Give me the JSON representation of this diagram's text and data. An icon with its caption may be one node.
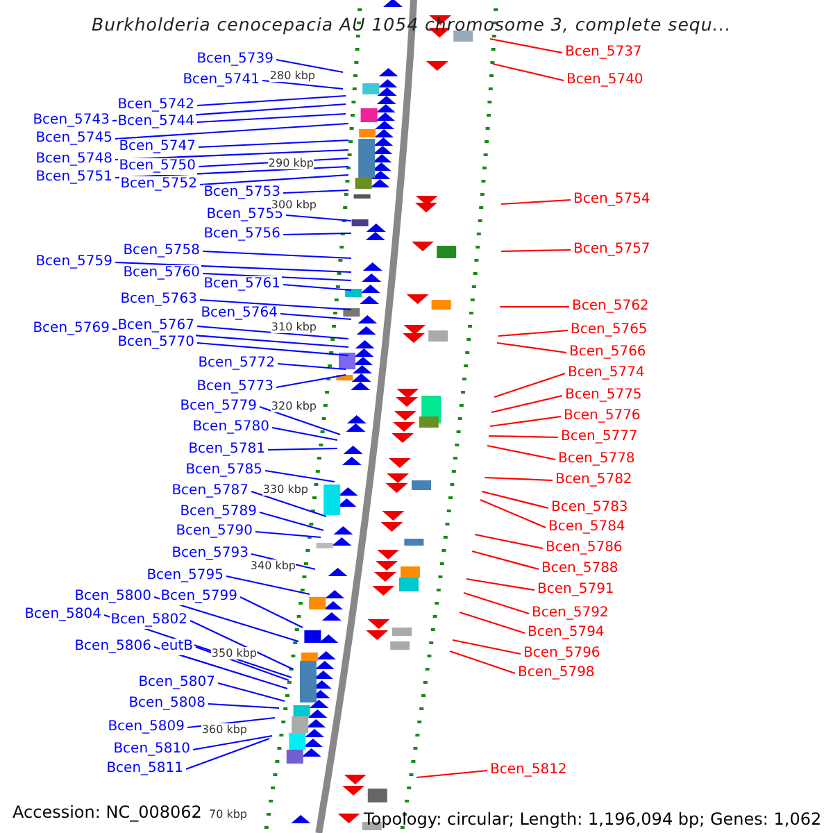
{
  "diagram": {
    "title": "Burkholderia cenocepacia AU 1054 chromosome 3, complete sequ...",
    "nodes": [
      {
        "text": [
          "Bcen_5739"
        ]
      },
      {
        "text": [
          "Bcen_5741"
        ]
      },
      {
        "text": [
          "Bcen_5742"
        ]
      },
      {
        "text": [
          "Bcen_5743"
        ]
      },
      {
        "text": [
          "Bcen_5744"
        ]
      },
      {
        "text": [
          "Bcen_5745"
        ]
      },
      {
        "text": [
          "Bcen_5747"
        ]
      },
      {
        "text": [
          "Bcen_5748"
        ]
      },
      {
        "text": [
          "Bcen_5750"
        ]
      },
      {
        "text": [
          "Bcen_5751"
        ]
      },
      {
        "text": [
          "Bcen_5752"
        ]
      },
      {
        "text": [
          "Bcen_5753"
        ]
      },
      {
        "text": [
          "Bcen_5755"
        ]
      },
      {
        "text": [
          "Bcen_5756"
        ]
      },
      {
        "text": [
          "Bcen_5758"
        ]
      },
      {
        "text": [
          "Bcen_5759"
        ]
      },
      {
        "text": [
          "Bcen_5760"
        ]
      },
      {
        "text": [
          "Bcen_5761"
        ]
      },
      {
        "text": [
          "Bcen_5763"
        ]
      },
      {
        "text": [
          "Bcen_5764"
        ]
      },
      {
        "text": [
          "Bcen_5769"
        ]
      },
      {
        "text": [
          "Bcen_5767"
        ]
      },
      {
        "text": [
          "Bcen_5770"
        ]
      },
      {
        "text": [
          "Bcen_5772"
        ]
      },
      {
        "text": [
          "Bcen_5773"
        ]
      },
      {
        "text": [
          "Bcen_5779"
        ]
      },
      {
        "text": [
          "Bcen_5780"
        ]
      },
      {
        "text": [
          "Bcen_5781"
        ]
      },
      {
        "text": [
          "Bcen_5785"
        ]
      },
      {
        "text": [
          "Bcen_5787"
        ]
      },
      {
        "text": [
          "Bcen_5789"
        ]
      },
      {
        "text": [
          "Bcen_5790"
        ]
      },
      {
        "text": [
          "Bcen_5793"
        ]
      },
      {
        "text": [
          "Bcen_5795"
        ]
      },
      {
        "text": [
          "Bcen_5800"
        ]
      },
      {
        "text": [
          "Bcen_5799"
        ]
      },
      {
        "text": [
          "Bcen_5804"
        ]
      },
      {
        "text": [
          "Bcen_5802"
        ]
      },
      {
        "text": [
          "Bcen_5806"
        ]
      },
      {
        "text": [
          "eutB"
        ]
      },
      {
        "text": [
          "Bcen_5807"
        ]
      },
      {
        "text": [
          "Bcen_5808"
        ]
      },
      {
        "text": [
          "Bcen_5809"
        ]
      },
      {
        "text": [
          "Bcen_5810"
        ]
      },
      {
        "text": [
          "Bcen_5811"
        ]
      },
      {
        "text": [
          "Bcen_5737"
        ]
      },
      {
        "text": [
          "Bcen_5740"
        ]
      },
      {
        "text": [
          "Bcen_5754"
        ]
      },
      {
        "text": [
          "Bcen_5757"
        ]
      },
      {
        "text": [
          "Bcen_5762"
        ]
      },
      {
        "text": [
          "Bcen_5765"
        ]
      },
      {
        "text": [
          "Bcen_5766"
        ]
      },
      {
        "text": [
          "Bcen_5774"
        ]
      },
      {
        "text": [
          "Bcen_5775"
        ]
      },
      {
        "text": [
          "Bcen_5776"
        ]
      },
      {
        "text": [
          "Bcen_5777"
        ]
      },
      {
        "text": [
          "Bcen_5778"
        ]
      },
      {
        "text": [
          "Bcen_5782"
        ]
      },
      {
        "text": [
          "Bcen_5783"
        ]
      },
      {
        "text": [
          "Bcen_5784"
        ]
      },
      {
        "text": [
          "Bcen_5786"
        ]
      },
      {
        "text": [
          "Bcen_5788"
        ]
      },
      {
        "text": [
          "Bcen_5791"
        ]
      },
      {
        "text": [
          "Bcen_5792"
        ]
      },
      {
        "text": [
          "Bcen_5794"
        ]
      },
      {
        "text": [
          "Bcen_5796"
        ]
      },
      {
        "text": [
          "Bcen_5798"
        ]
      },
      {
        "text": [
          "Bcen_5812"
        ]
      }
    ],
    "edges": [
      {
        "from": 0,
        "to": null,
        "arrow": "none"
      },
      {
        "from": 1,
        "to": null,
        "arrow": "none"
      },
      {
        "from": 2,
        "to": null,
        "arrow": "none"
      },
      {
        "from": 3,
        "to": null,
        "arrow": "none"
      },
      {
        "from": 4,
        "to": null,
        "arrow": "none"
      },
      {
        "from": 5,
        "to": null,
        "arrow": "none"
      },
      {
        "from": 6,
        "to": null,
        "arrow": "none"
      },
      {
        "from": 7,
        "to": null,
        "arrow": "none"
      },
      {
        "from": 8,
        "to": null,
        "arrow": "none"
      },
      {
        "from": 9,
        "to": null,
        "arrow": "none"
      },
      {
        "from": 10,
        "to": null,
        "arrow": "none"
      },
      {
        "from": 11,
        "to": null,
        "arrow": "none"
      },
      {
        "from": 12,
        "to": null,
        "arrow": "none"
      },
      {
        "from": 13,
        "to": null,
        "arrow": "none"
      },
      {
        "from": 14,
        "to": null,
        "arrow": "none"
      },
      {
        "from": 15,
        "to": null,
        "arrow": "none"
      },
      {
        "from": 16,
        "to": null,
        "arrow": "none"
      },
      {
        "from": 17,
        "to": null,
        "arrow": "none"
      },
      {
        "from": 18,
        "to": null,
        "arrow": "none"
      },
      {
        "from": 19,
        "to": null,
        "arrow": "none"
      },
      {
        "from": 20,
        "to": null,
        "arrow": "none"
      },
      {
        "from": 21,
        "to": null,
        "arrow": "none"
      },
      {
        "from": 22,
        "to": null,
        "arrow": "none"
      },
      {
        "from": 23,
        "to": null,
        "arrow": "none"
      },
      {
        "from": 24,
        "to": null,
        "arrow": "none"
      },
      {
        "from": 25,
        "to": null,
        "arrow": "none"
      },
      {
        "from": 26,
        "to": null,
        "arrow": "none"
      },
      {
        "from": 27,
        "to": null,
        "arrow": "none"
      },
      {
        "from": 28,
        "to": null,
        "arrow": "none"
      },
      {
        "from": 29,
        "to": null,
        "arrow": "none"
      },
      {
        "from": 30,
        "to": null,
        "arrow": "none"
      },
      {
        "from": 31,
        "to": null,
        "arrow": "none"
      },
      {
        "from": 32,
        "to": null,
        "arrow": "none"
      },
      {
        "from": 33,
        "to": null,
        "arrow": "none"
      },
      {
        "from": 34,
        "to": null,
        "arrow": "none"
      },
      {
        "from": 35,
        "to": null,
        "arrow": "none"
      },
      {
        "from": 36,
        "to": null,
        "arrow": "none"
      },
      {
        "from": 37,
        "to": null,
        "arrow": "none"
      },
      {
        "from": 38,
        "to": null,
        "arrow": "none"
      },
      {
        "from": 39,
        "to": null,
        "arrow": "none"
      },
      {
        "from": 40,
        "to": null,
        "arrow": "none"
      },
      {
        "from": 41,
        "to": null,
        "arrow": "none"
      },
      {
        "from": 42,
        "to": null,
        "arrow": "none"
      },
      {
        "from": 43,
        "to": null,
        "arrow": "none"
      },
      {
        "from": 44,
        "to": null,
        "arrow": "none"
      },
      {
        "from": 45,
        "to": null,
        "arrow": "none",
        "color": "#ff0000"
      },
      {
        "from": 46,
        "to": null,
        "arrow": "none",
        "color": "#ff0000"
      },
      {
        "from": 47,
        "to": null,
        "arrow": "none",
        "color": "#ff0000"
      },
      {
        "from": 48,
        "to": null,
        "arrow": "none",
        "color": "#ff0000"
      },
      {
        "from": 49,
        "to": null,
        "arrow": "none",
        "color": "#ff0000"
      },
      {
        "from": 50,
        "to": null,
        "arrow": "none",
        "color": "#ff0000"
      },
      {
        "from": 51,
        "to": null,
        "arrow": "none",
        "color": "#ff0000"
      },
      {
        "from": 52,
        "to": null,
        "arrow": "none",
        "color": "#ff0000"
      },
      {
        "from": 53,
        "to": null,
        "arrow": "none",
        "color": "#ff0000"
      },
      {
        "from": 54,
        "to": null,
        "arrow": "none",
        "color": "#ff0000"
      },
      {
        "from": 55,
        "to": null,
        "arrow": "none",
        "color": "#ff0000"
      },
      {
        "from": 56,
        "to": null,
        "arrow": "none",
        "color": "#ff0000"
      },
      {
        "from": 57,
        "to": null,
        "arrow": "none",
        "color": "#ff0000"
      },
      {
        "from": 58,
        "to": null,
        "arrow": "none",
        "color": "#ff0000"
      },
      {
        "from": 59,
        "to": null,
        "arrow": "none",
        "color": "#ff0000"
      },
      {
        "from": 60,
        "to": null,
        "arrow": "none",
        "color": "#ff0000"
      },
      {
        "from": 61,
        "to": null,
        "arrow": "none",
        "color": "#ff0000"
      },
      {
        "from": 62,
        "to": null,
        "arrow": "none",
        "color": "#ff0000"
      },
      {
        "from": 63,
        "to": null,
        "arrow": "none",
        "color": "#ff0000"
      },
      {
        "from": 64,
        "to": null,
        "arrow": "none",
        "color": "#ff0000"
      },
      {
        "from": 65,
        "to": null,
        "arrow": "none",
        "color": "#ff0000"
      },
      {
        "from": 66,
        "to": null,
        "arrow": "none",
        "color": "#ff0000"
      },
      {
        "from": 67,
        "to": null,
        "arrow": "none",
        "color": "#ff0000"
      }
    ],
    "labels": [
      "280 kbp",
      "290 kbp",
      "300 kbp",
      "310 kbp",
      "320 kbp",
      "330 kbp",
      "340 kbp",
      "350 kbp",
      "360 kbp",
      "Accession: NC_008062",
      "70 kbp",
      "Topology: circular; Length: 1,196,094 bp; Genes: 1,062"
    ]
  }
}
